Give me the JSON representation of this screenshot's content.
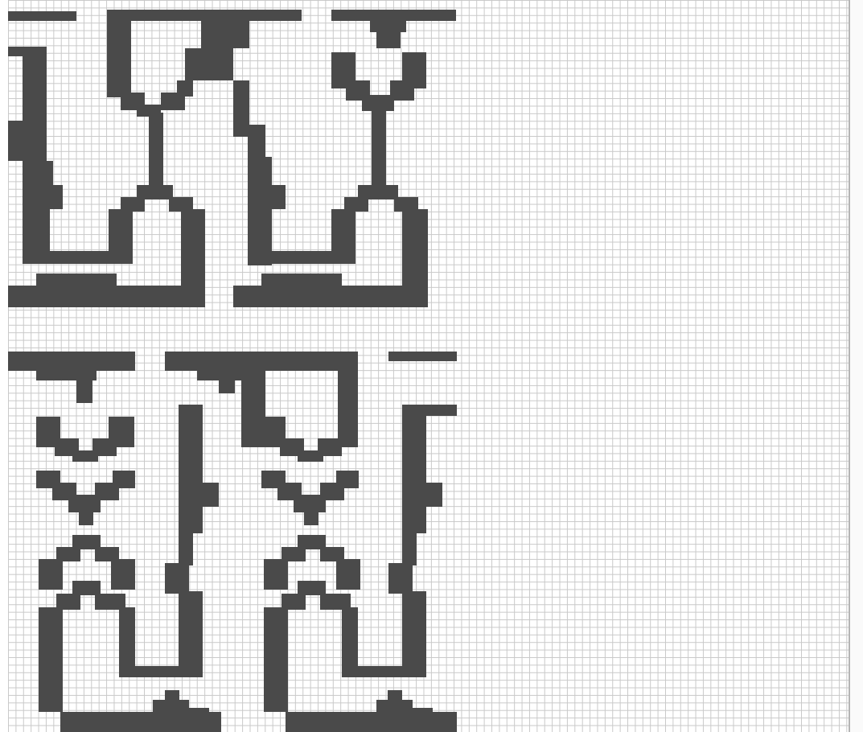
{
  "sheet": {
    "kind": "knitting-chart-grid",
    "ink_color": "#4a4a4a",
    "grid_line_color": "#c9c9c9",
    "paper_color": "#ffffff"
  },
  "motifs": [
    {
      "name": "upper-band-motif-1"
    },
    {
      "name": "upper-band-motif-2"
    },
    {
      "name": "lower-band-motif-1"
    },
    {
      "name": "lower-band-motif-2"
    }
  ]
}
